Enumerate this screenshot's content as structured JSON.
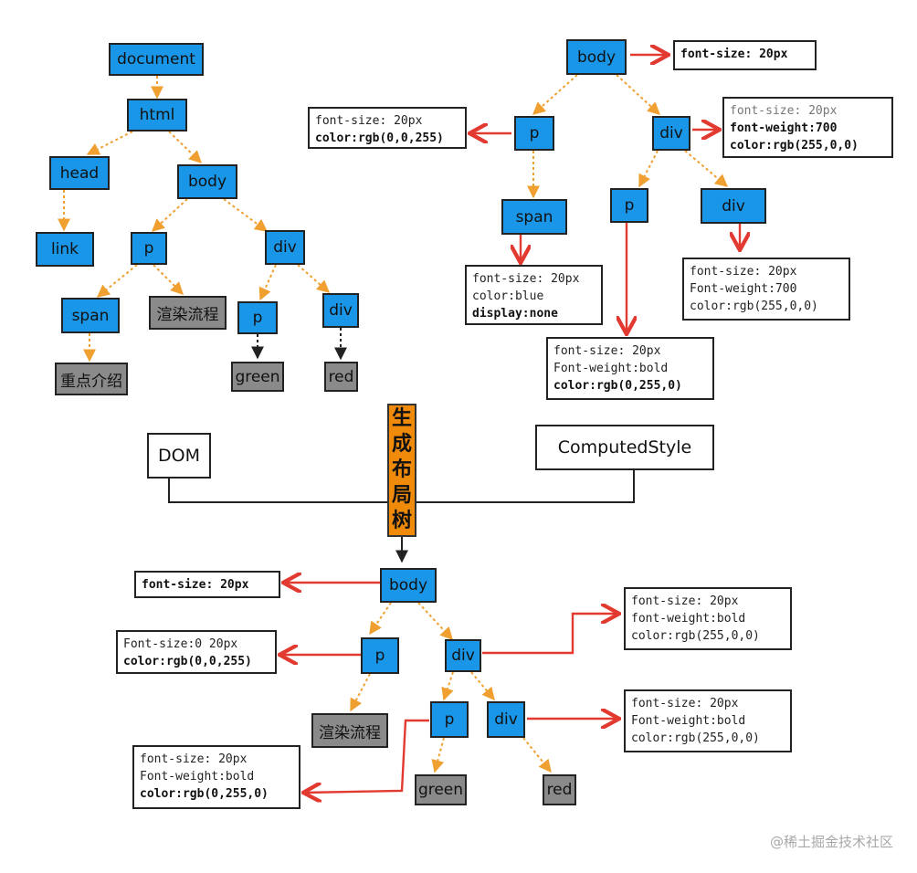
{
  "dom_tree": {
    "document": "document",
    "html": "html",
    "head": "head",
    "body": "body",
    "link": "link",
    "p": "p",
    "div": "div",
    "span": "span",
    "text_render_flow": "渲染流程",
    "p2": "p",
    "div2": "div",
    "text_key_intro": "重点介绍",
    "text_green": "green",
    "text_red": "red"
  },
  "style_tree": {
    "body": "body",
    "p": "p",
    "div": "div",
    "span": "span",
    "p2": "p",
    "div2": "div",
    "body_style": [
      "font-size: 20px"
    ],
    "p_style": [
      "font-size: 20px",
      "color:rgb(0,0,255)"
    ],
    "div_style": [
      "font-size: 20px",
      "font-weight:700",
      "color:rgb(255,0,0)"
    ],
    "span_style": [
      "font-size: 20px",
      "color:blue",
      "display:none"
    ],
    "p2_style": [
      "font-size: 20px",
      "Font-weight:bold",
      "color:rgb(0,255,0)"
    ],
    "div2_style": [
      "font-size: 20px",
      "Font-weight:700",
      "color:rgb(255,0,0)"
    ]
  },
  "labels": {
    "dom": "DOM",
    "computed_style": "ComputedStyle",
    "generate_layout_tree": [
      "生",
      "成",
      "布",
      "局",
      "树"
    ]
  },
  "layout_tree": {
    "body": "body",
    "p": "p",
    "div": "div",
    "text_render_flow": "渲染流程",
    "p2": "p",
    "div2": "div",
    "text_green": "green",
    "text_red": "red",
    "body_style": [
      "font-size: 20px"
    ],
    "p_style": [
      "Font-size:0 20px",
      "color:rgb(0,0,255)"
    ],
    "div_style": [
      "font-size: 20px",
      "font-weight:bold",
      "color:rgb(255,0,0)"
    ],
    "div2_style": [
      "font-size: 20px",
      "Font-weight:bold",
      "color:rgb(255,0,0)"
    ],
    "p2_style": [
      "font-size: 20px",
      "Font-weight:bold",
      "color:rgb(0,255,0)"
    ]
  },
  "watermark": "@稀土掘金技术社区",
  "colors": {
    "node_blue": "#1a96e8",
    "node_gray": "#8a8a8a",
    "arrow_orange": "#f0a030",
    "arrow_red": "#e23a30",
    "bar_orange": "#f08a0a"
  }
}
